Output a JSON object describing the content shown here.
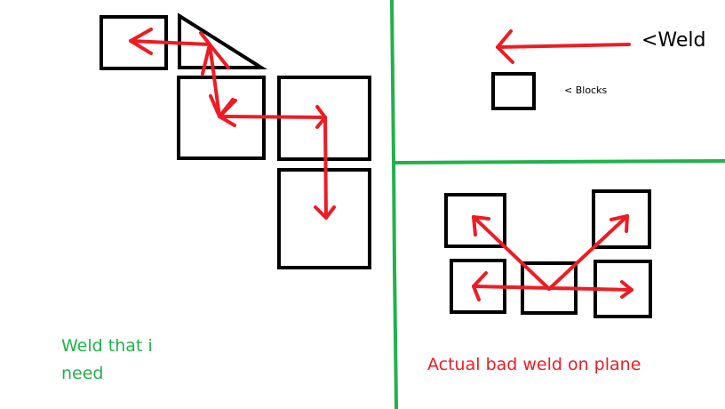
{
  "colors": {
    "background": "#ffffff",
    "block_stroke": "#000000",
    "weld_arrow": "#ed1c24",
    "divider": "#22b14c",
    "good_label": "#22b14c",
    "bad_label": "#ed1c24"
  },
  "legend": {
    "weld_label": "<Weld",
    "blocks_label": "< Blocks"
  },
  "panels": {
    "good": {
      "caption": "Weld that i need",
      "blocks": 5,
      "shapes": [
        "square",
        "triangle-wedge",
        "square",
        "square",
        "square"
      ]
    },
    "bad": {
      "caption": "Actual bad weld on plane",
      "blocks": 5,
      "shapes": [
        "square",
        "square",
        "square",
        "square",
        "square"
      ]
    }
  }
}
